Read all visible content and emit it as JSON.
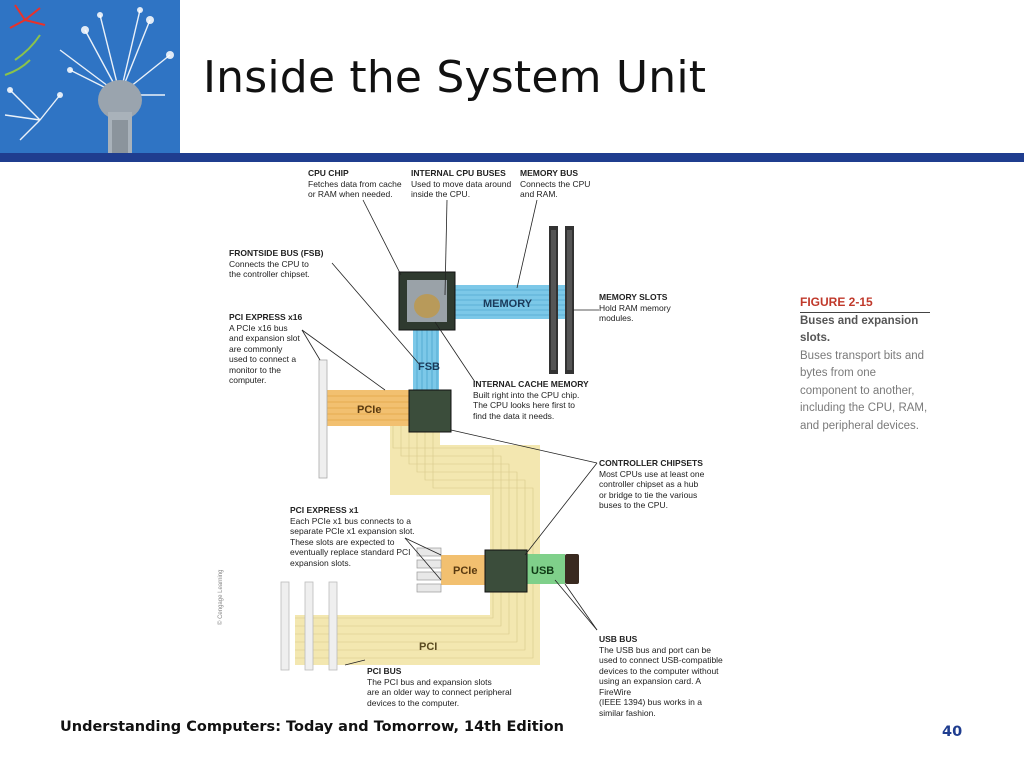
{
  "slide": {
    "title": "Inside the System Unit",
    "footer": "Understanding Computers: Today and Tomorrow, 14th Edition",
    "page_number": "40"
  },
  "figure": {
    "number": "FIGURE 2-15",
    "heading": "Buses and expansion slots.",
    "caption": "Buses transport bits and bytes from one component to another, including the CPU, RAM, and peripheral devices.",
    "credit": "© Cengage Learning"
  },
  "diagram": {
    "bus_labels": {
      "memory": "MEMORY",
      "fsb": "FSB",
      "pcie_x16": "PCIe",
      "pcie_x1": "PCIe",
      "usb": "USB",
      "pci": "PCI"
    },
    "callouts": {
      "cpu_chip": {
        "title": "CPU CHIP",
        "lines": [
          "Fetches data from cache",
          "or RAM when needed."
        ]
      },
      "internal_buses": {
        "title": "INTERNAL CPU BUSES",
        "lines": [
          "Used to move data around",
          "inside the CPU."
        ]
      },
      "memory_bus": {
        "title": "MEMORY BUS",
        "lines": [
          "Connects the CPU",
          "and RAM."
        ]
      },
      "fsb": {
        "title": "FRONTSIDE BUS (FSB)",
        "lines": [
          "Connects the CPU to",
          "the controller chipset."
        ]
      },
      "pcie_x16": {
        "title": "PCI EXPRESS x16",
        "lines": [
          "A PCIe x16 bus",
          "and expansion slot",
          "are commonly",
          "used to connect a",
          "monitor to the",
          "computer."
        ]
      },
      "memory_slots": {
        "title": "MEMORY SLOTS",
        "lines": [
          "Hold RAM memory",
          "modules."
        ]
      },
      "cache": {
        "title": "INTERNAL CACHE MEMORY",
        "lines": [
          "Built right into the CPU chip.",
          "The CPU looks here first to",
          "find the data it needs."
        ]
      },
      "chipsets": {
        "title": "CONTROLLER CHIPSETS",
        "lines": [
          "Most CPUs use at least one",
          "controller chipset as a hub",
          "or bridge to tie the various",
          "buses to the CPU."
        ]
      },
      "pcie_x1": {
        "title": "PCI EXPRESS x1",
        "lines": [
          "Each PCIe x1 bus connects to a",
          "separate PCIe x1 expansion slot.",
          "These slots are expected to",
          "eventually replace standard PCI",
          "expansion slots."
        ]
      },
      "usb_bus": {
        "title": "USB BUS",
        "lines": [
          "The USB bus and port can be",
          "used to connect USB-compatible",
          "devices to the computer without",
          "using an expansion card. A FireWire",
          "(IEEE 1394) bus works in a",
          "similar fashion."
        ]
      },
      "pci_bus": {
        "title": "PCI BUS",
        "lines": [
          "The PCI bus and expansion slots",
          "are an older way to connect peripheral",
          "devices to the computer."
        ]
      }
    }
  },
  "colors": {
    "title_bar": "#1f3d8f",
    "memory_bus": "#7cc8e8",
    "pcie_bus": "#f2c070",
    "pci_bus": "#f3e7b0",
    "usb_bus": "#7fd08a",
    "figure_number": "#c0392b"
  }
}
